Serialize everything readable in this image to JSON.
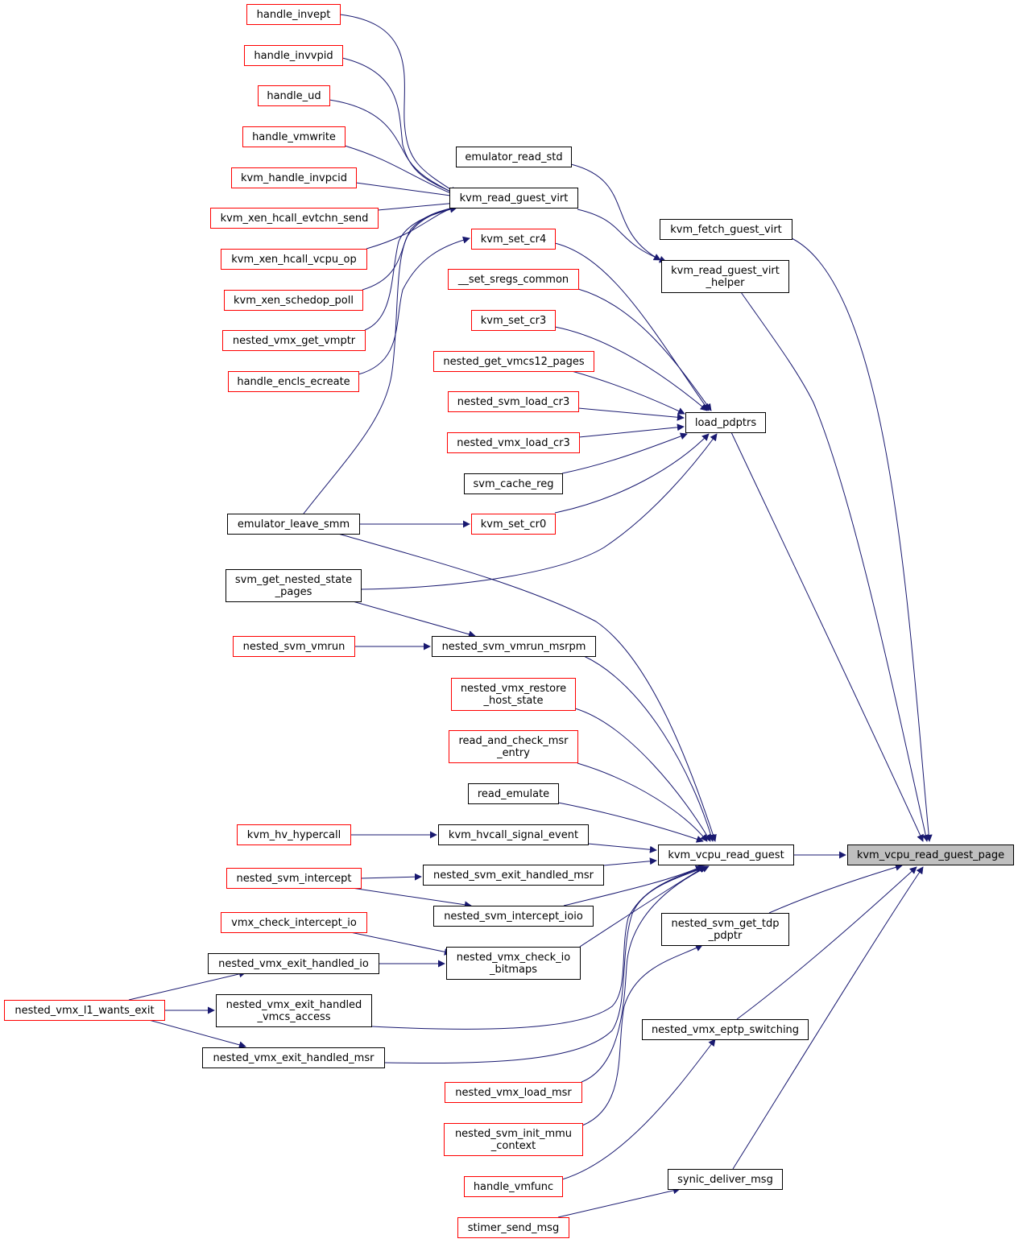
{
  "colors": {
    "edge": "#191970",
    "node_border_default": "#000000",
    "node_border_external": "#ff0000",
    "node_fill": "#ffffff",
    "node_fill_focus": "#bfbfbf"
  },
  "nodes": [
    {
      "id": "kvm_vcpu_read_guest_page",
      "lines": [
        "kvm_vcpu_read_guest_page"
      ],
      "style": "focus"
    },
    {
      "id": "kvm_vcpu_read_guest",
      "lines": [
        "kvm_vcpu_read_guest"
      ],
      "style": "default"
    },
    {
      "id": "load_pdptrs",
      "lines": [
        "load_pdptrs"
      ],
      "style": "default"
    },
    {
      "id": "kvm_fetch_guest_virt",
      "lines": [
        "kvm_fetch_guest_virt"
      ],
      "style": "default"
    },
    {
      "id": "kvm_read_guest_virt_helper",
      "lines": [
        "kvm_read_guest_virt",
        "_helper"
      ],
      "style": "default"
    },
    {
      "id": "nested_svm_get_tdp_pdptr",
      "lines": [
        "nested_svm_get_tdp",
        "_pdptr"
      ],
      "style": "default"
    },
    {
      "id": "nested_vmx_eptp_switching",
      "lines": [
        "nested_vmx_eptp_switching"
      ],
      "style": "default"
    },
    {
      "id": "synic_deliver_msg",
      "lines": [
        "synic_deliver_msg"
      ],
      "style": "default"
    },
    {
      "id": "emulator_read_std",
      "lines": [
        "emulator_read_std"
      ],
      "style": "default"
    },
    {
      "id": "kvm_read_guest_virt",
      "lines": [
        "kvm_read_guest_virt"
      ],
      "style": "default"
    },
    {
      "id": "kvm_set_cr4",
      "lines": [
        "kvm_set_cr4"
      ],
      "style": "external"
    },
    {
      "id": "__set_sregs_common",
      "lines": [
        "__set_sregs_common"
      ],
      "style": "external"
    },
    {
      "id": "kvm_set_cr3",
      "lines": [
        "kvm_set_cr3"
      ],
      "style": "external"
    },
    {
      "id": "nested_get_vmcs12_pages",
      "lines": [
        "nested_get_vmcs12_pages"
      ],
      "style": "external"
    },
    {
      "id": "nested_svm_load_cr3",
      "lines": [
        "nested_svm_load_cr3"
      ],
      "style": "external"
    },
    {
      "id": "nested_vmx_load_cr3",
      "lines": [
        "nested_vmx_load_cr3"
      ],
      "style": "external"
    },
    {
      "id": "svm_cache_reg",
      "lines": [
        "svm_cache_reg"
      ],
      "style": "default"
    },
    {
      "id": "kvm_set_cr0",
      "lines": [
        "kvm_set_cr0"
      ],
      "style": "external"
    },
    {
      "id": "nested_svm_vmrun_msrpm",
      "lines": [
        "nested_svm_vmrun_msrpm"
      ],
      "style": "default"
    },
    {
      "id": "nested_vmx_restore_host_state",
      "lines": [
        "nested_vmx_restore",
        "_host_state"
      ],
      "style": "external"
    },
    {
      "id": "read_and_check_msr_entry",
      "lines": [
        "read_and_check_msr",
        "_entry"
      ],
      "style": "external"
    },
    {
      "id": "read_emulate",
      "lines": [
        "read_emulate"
      ],
      "style": "default"
    },
    {
      "id": "kvm_hvcall_signal_event",
      "lines": [
        "kvm_hvcall_signal_event"
      ],
      "style": "default"
    },
    {
      "id": "nested_svm_exit_handled_msr",
      "lines": [
        "nested_svm_exit_handled_msr"
      ],
      "style": "default"
    },
    {
      "id": "nested_svm_intercept_ioio",
      "lines": [
        "nested_svm_intercept_ioio"
      ],
      "style": "default"
    },
    {
      "id": "nested_vmx_check_io_bitmaps",
      "lines": [
        "nested_vmx_check_io",
        "_bitmaps"
      ],
      "style": "default"
    },
    {
      "id": "nested_vmx_load_msr",
      "lines": [
        "nested_vmx_load_msr"
      ],
      "style": "external"
    },
    {
      "id": "nested_svm_init_mmu_context",
      "lines": [
        "nested_svm_init_mmu",
        "_context"
      ],
      "style": "external"
    },
    {
      "id": "handle_vmfunc",
      "lines": [
        "handle_vmfunc"
      ],
      "style": "external"
    },
    {
      "id": "stimer_send_msg",
      "lines": [
        "stimer_send_msg"
      ],
      "style": "external"
    },
    {
      "id": "handle_invept",
      "lines": [
        "handle_invept"
      ],
      "style": "external"
    },
    {
      "id": "handle_invvpid",
      "lines": [
        "handle_invvpid"
      ],
      "style": "external"
    },
    {
      "id": "handle_ud",
      "lines": [
        "handle_ud"
      ],
      "style": "external"
    },
    {
      "id": "handle_vmwrite",
      "lines": [
        "handle_vmwrite"
      ],
      "style": "external"
    },
    {
      "id": "kvm_handle_invpcid",
      "lines": [
        "kvm_handle_invpcid"
      ],
      "style": "external"
    },
    {
      "id": "kvm_xen_hcall_evtchn_send",
      "lines": [
        "kvm_xen_hcall_evtchn_send"
      ],
      "style": "external"
    },
    {
      "id": "kvm_xen_hcall_vcpu_op",
      "lines": [
        "kvm_xen_hcall_vcpu_op"
      ],
      "style": "external"
    },
    {
      "id": "kvm_xen_schedop_poll",
      "lines": [
        "kvm_xen_schedop_poll"
      ],
      "style": "external"
    },
    {
      "id": "nested_vmx_get_vmptr",
      "lines": [
        "nested_vmx_get_vmptr"
      ],
      "style": "external"
    },
    {
      "id": "handle_encls_ecreate",
      "lines": [
        "handle_encls_ecreate"
      ],
      "style": "external"
    },
    {
      "id": "emulator_leave_smm",
      "lines": [
        "emulator_leave_smm"
      ],
      "style": "default"
    },
    {
      "id": "svm_get_nested_state_pages",
      "lines": [
        "svm_get_nested_state",
        "_pages"
      ],
      "style": "default"
    },
    {
      "id": "nested_svm_vmrun",
      "lines": [
        "nested_svm_vmrun"
      ],
      "style": "external"
    },
    {
      "id": "kvm_hv_hypercall",
      "lines": [
        "kvm_hv_hypercall"
      ],
      "style": "external"
    },
    {
      "id": "nested_svm_intercept",
      "lines": [
        "nested_svm_intercept"
      ],
      "style": "external"
    },
    {
      "id": "vmx_check_intercept_io",
      "lines": [
        "vmx_check_intercept_io"
      ],
      "style": "external"
    },
    {
      "id": "nested_vmx_exit_handled_io",
      "lines": [
        "nested_vmx_exit_handled_io"
      ],
      "style": "default"
    },
    {
      "id": "nested_vmx_exit_handled_vmcs_access",
      "lines": [
        "nested_vmx_exit_handled",
        "_vmcs_access"
      ],
      "style": "default"
    },
    {
      "id": "nested_vmx_exit_handled_msr",
      "lines": [
        "nested_vmx_exit_handled_msr"
      ],
      "style": "default"
    },
    {
      "id": "nested_vmx_l1_wants_exit",
      "lines": [
        "nested_vmx_l1_wants_exit"
      ],
      "style": "external"
    }
  ],
  "edges": [
    {
      "from": "kvm_vcpu_read_guest",
      "to": "kvm_vcpu_read_guest_page"
    },
    {
      "from": "load_pdptrs",
      "to": "kvm_vcpu_read_guest_page"
    },
    {
      "from": "kvm_fetch_guest_virt",
      "to": "kvm_vcpu_read_guest_page"
    },
    {
      "from": "kvm_read_guest_virt_helper",
      "to": "kvm_vcpu_read_guest_page"
    },
    {
      "from": "nested_svm_get_tdp_pdptr",
      "to": "kvm_vcpu_read_guest_page"
    },
    {
      "from": "nested_vmx_eptp_switching",
      "to": "kvm_vcpu_read_guest_page"
    },
    {
      "from": "synic_deliver_msg",
      "to": "kvm_vcpu_read_guest_page"
    },
    {
      "from": "emulator_read_std",
      "to": "kvm_read_guest_virt_helper"
    },
    {
      "from": "kvm_read_guest_virt",
      "to": "kvm_read_guest_virt_helper"
    },
    {
      "from": "kvm_set_cr4",
      "to": "load_pdptrs"
    },
    {
      "from": "__set_sregs_common",
      "to": "load_pdptrs"
    },
    {
      "from": "kvm_set_cr3",
      "to": "load_pdptrs"
    },
    {
      "from": "nested_get_vmcs12_pages",
      "to": "load_pdptrs"
    },
    {
      "from": "nested_svm_load_cr3",
      "to": "load_pdptrs"
    },
    {
      "from": "nested_vmx_load_cr3",
      "to": "load_pdptrs"
    },
    {
      "from": "svm_cache_reg",
      "to": "load_pdptrs"
    },
    {
      "from": "kvm_set_cr0",
      "to": "load_pdptrs"
    },
    {
      "from": "svm_get_nested_state_pages",
      "to": "load_pdptrs"
    },
    {
      "from": "emulator_leave_smm",
      "to": "kvm_set_cr0"
    },
    {
      "from": "handle_encls_ecreate",
      "to": "kvm_set_cr4"
    },
    {
      "from": "handle_invept",
      "to": "kvm_read_guest_virt"
    },
    {
      "from": "handle_invvpid",
      "to": "kvm_read_guest_virt"
    },
    {
      "from": "handle_ud",
      "to": "kvm_read_guest_virt"
    },
    {
      "from": "handle_vmwrite",
      "to": "kvm_read_guest_virt"
    },
    {
      "from": "kvm_handle_invpcid",
      "to": "kvm_read_guest_virt"
    },
    {
      "from": "kvm_xen_hcall_evtchn_send",
      "to": "kvm_read_guest_virt"
    },
    {
      "from": "kvm_xen_hcall_vcpu_op",
      "to": "kvm_read_guest_virt"
    },
    {
      "from": "kvm_xen_schedop_poll",
      "to": "kvm_read_guest_virt"
    },
    {
      "from": "nested_vmx_get_vmptr",
      "to": "kvm_read_guest_virt"
    },
    {
      "from": "emulator_leave_smm",
      "to": "kvm_read_guest_virt"
    },
    {
      "from": "emulator_leave_smm",
      "to": "kvm_vcpu_read_guest"
    },
    {
      "from": "nested_svm_vmrun_msrpm",
      "to": "kvm_vcpu_read_guest"
    },
    {
      "from": "nested_vmx_restore_host_state",
      "to": "kvm_vcpu_read_guest"
    },
    {
      "from": "read_and_check_msr_entry",
      "to": "kvm_vcpu_read_guest"
    },
    {
      "from": "read_emulate",
      "to": "kvm_vcpu_read_guest"
    },
    {
      "from": "kvm_hvcall_signal_event",
      "to": "kvm_vcpu_read_guest"
    },
    {
      "from": "nested_svm_exit_handled_msr",
      "to": "kvm_vcpu_read_guest"
    },
    {
      "from": "nested_svm_intercept_ioio",
      "to": "kvm_vcpu_read_guest"
    },
    {
      "from": "nested_vmx_check_io_bitmaps",
      "to": "kvm_vcpu_read_guest"
    },
    {
      "from": "nested_vmx_exit_handled_vmcs_access",
      "to": "kvm_vcpu_read_guest"
    },
    {
      "from": "nested_vmx_exit_handled_msr",
      "to": "kvm_vcpu_read_guest"
    },
    {
      "from": "nested_vmx_load_msr",
      "to": "kvm_vcpu_read_guest"
    },
    {
      "from": "nested_svm_init_mmu_context",
      "to": "nested_svm_get_tdp_pdptr"
    },
    {
      "from": "handle_vmfunc",
      "to": "nested_vmx_eptp_switching"
    },
    {
      "from": "stimer_send_msg",
      "to": "synic_deliver_msg"
    },
    {
      "from": "svm_get_nested_state_pages",
      "to": "nested_svm_vmrun_msrpm"
    },
    {
      "from": "nested_svm_vmrun",
      "to": "nested_svm_vmrun_msrpm"
    },
    {
      "from": "kvm_hv_hypercall",
      "to": "kvm_hvcall_signal_event"
    },
    {
      "from": "nested_svm_intercept",
      "to": "nested_svm_exit_handled_msr"
    },
    {
      "from": "nested_svm_intercept",
      "to": "nested_svm_intercept_ioio"
    },
    {
      "from": "vmx_check_intercept_io",
      "to": "nested_vmx_check_io_bitmaps"
    },
    {
      "from": "nested_vmx_exit_handled_io",
      "to": "nested_vmx_check_io_bitmaps"
    },
    {
      "from": "nested_vmx_l1_wants_exit",
      "to": "nested_vmx_exit_handled_io"
    },
    {
      "from": "nested_vmx_l1_wants_exit",
      "to": "nested_vmx_exit_handled_vmcs_access"
    },
    {
      "from": "nested_vmx_l1_wants_exit",
      "to": "nested_vmx_exit_handled_msr"
    }
  ]
}
